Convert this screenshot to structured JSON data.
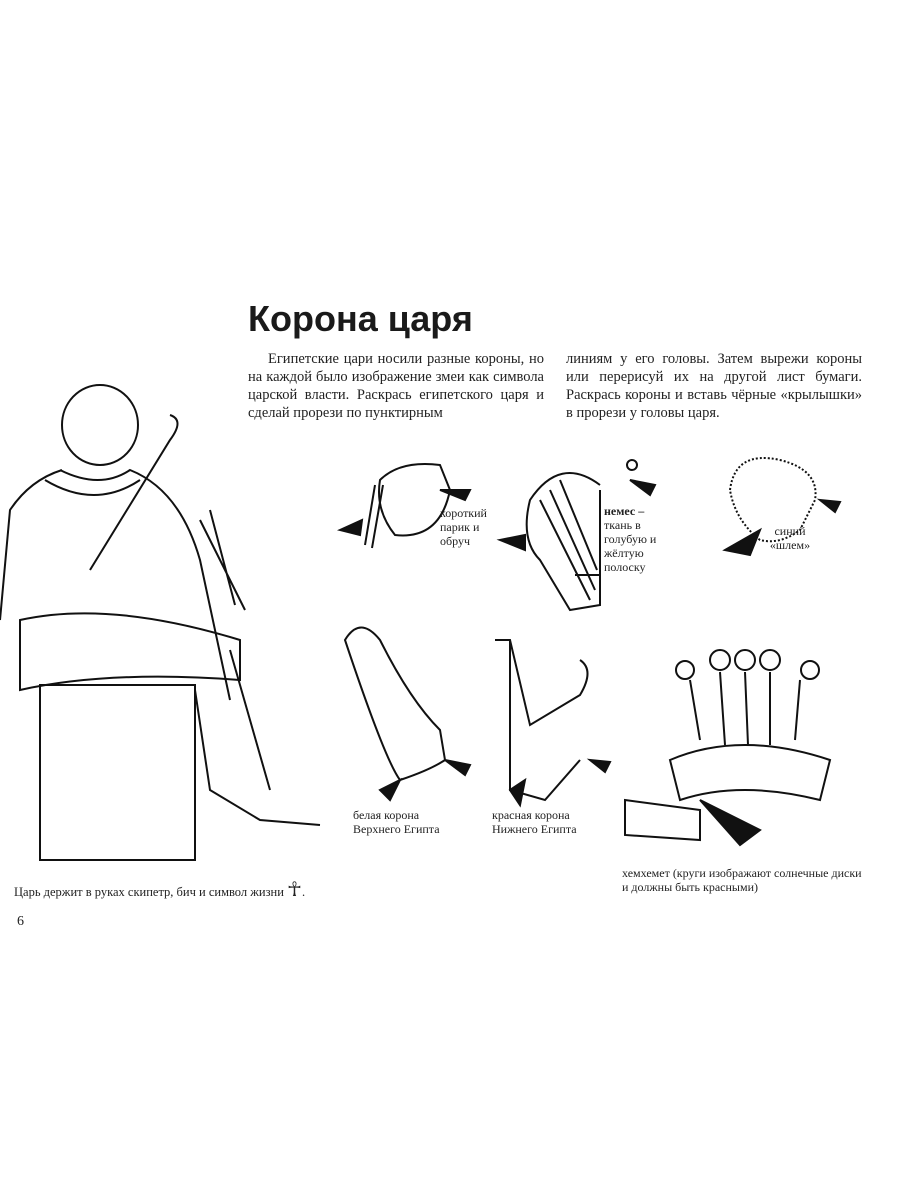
{
  "title": "Корона царя",
  "intro_col1": "Египетские цари носили разные короны, но на каждой было изображение змеи как символа царской власти. Раскрась египетского царя и сделай прорези по пунктирным",
  "intro_col2": "линиям у его головы. Затем вырежи короны или перерисуй их на другой лист бумаги. Раскрась короны и вставь чёрные «крылышки» в прорези у головы царя.",
  "labels": {
    "wig": "короткий парик и обруч",
    "nemes_bold": "немес –",
    "nemes": "ткань в голубую и жёлтую полоску",
    "blue": "синий «шлем»",
    "white": "белая корона Верхнего Египта",
    "red": "красная корона Нижнего Египта",
    "khemkhemet": "хемхемет (круги изображают солнечные диски и должны быть красными)"
  },
  "caption": "Царь держит в руках скипетр, бич и символ жизни",
  "ankh": "☥",
  "page_number": "6"
}
